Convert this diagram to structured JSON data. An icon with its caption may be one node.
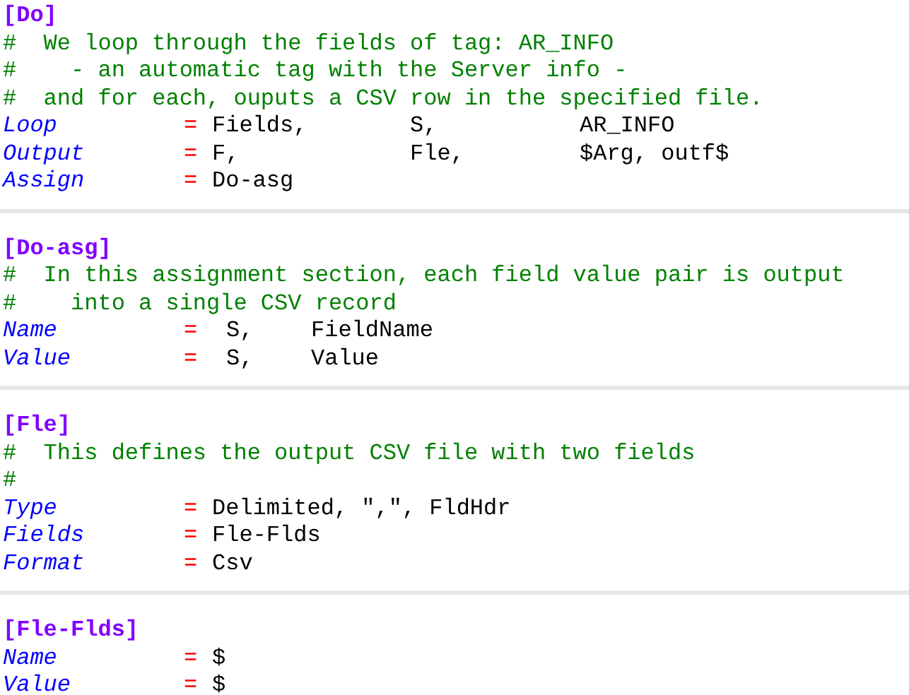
{
  "diagram": {
    "labels": [
      "[Do]",
      "#  We loop through the fields of tag: AR_INFO",
      "#    - an automatic tag with the Server info -",
      "#  and for each, ouputs a CSV row in the specified file.",
      "Loop",
      "=",
      "Fields,",
      "S,",
      "AR_INFO",
      "Output",
      "=",
      "F,",
      "Fle,",
      "$Arg, outf$",
      "Assign",
      "=",
      "Do-asg",
      "[Do-asg]",
      "#  In this assignment section, each field value pair is output",
      "#    into a single CSV record",
      "Name",
      "=",
      "S,",
      "FieldName",
      "Value",
      "=",
      "S,",
      "Value",
      "[Fle]",
      "#  This defines the output CSV file with two fields",
      "#",
      "Type",
      "=",
      "Delimited, \",\", FldHdr",
      "Fields",
      "=",
      "Fle-Flds",
      "Format",
      "=",
      "Csv",
      "[Fle-Flds]",
      "Name",
      "=",
      "$",
      "Value",
      "=",
      "$"
    ]
  }
}
